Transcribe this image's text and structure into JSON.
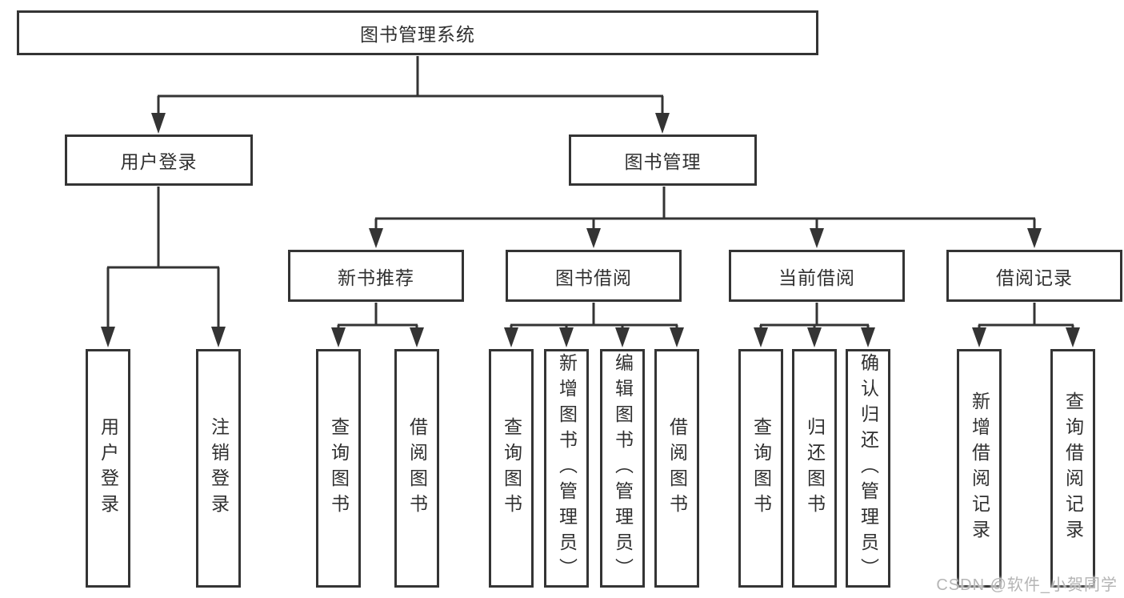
{
  "tree": {
    "root": "图书管理系统",
    "branches": [
      {
        "label": "用户登录",
        "leaves": [
          "用户登录",
          "注销登录"
        ]
      },
      {
        "label": "图书管理",
        "groups": [
          {
            "label": "新书推荐",
            "leaves": [
              "查询图书",
              "借阅图书"
            ]
          },
          {
            "label": "图书借阅",
            "leaves": [
              "查询图书",
              "新增图书（管理员）",
              "编辑图书（管理员）",
              "借阅图书"
            ]
          },
          {
            "label": "当前借阅",
            "leaves": [
              "查询图书",
              "归还图书",
              "确认归还（管理员）"
            ]
          },
          {
            "label": "借阅记录",
            "leaves": [
              "新增借阅记录",
              "查询借阅记录"
            ]
          }
        ]
      }
    ]
  },
  "watermark": "CSDN @软件_小贺同学",
  "colors": {
    "line": "#343434",
    "text": "#303030",
    "watermark": "#b5b5b5",
    "background": "#ffffff"
  }
}
